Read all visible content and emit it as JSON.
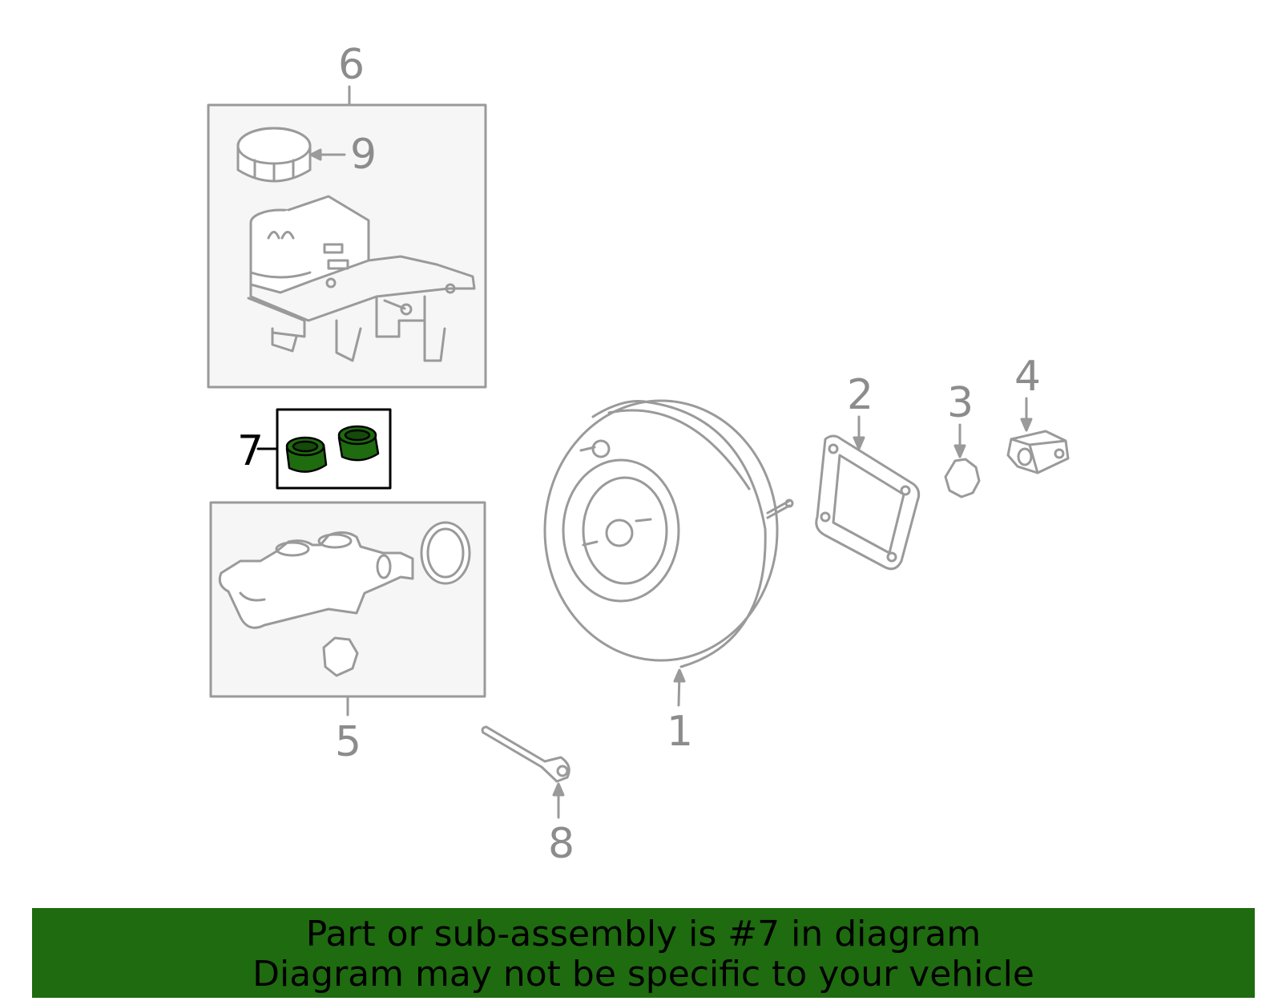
{
  "diagram": {
    "callouts": {
      "c1": "1",
      "c2": "2",
      "c3": "3",
      "c4": "4",
      "c5": "5",
      "c6": "6",
      "c7": "7",
      "c8": "8",
      "c9": "9"
    },
    "highlighted_part": "7",
    "colors": {
      "line": "#9a9a9a",
      "box_fill": "#f6f6f6",
      "highlight": "#1f6b10",
      "banner": "#1f6b10"
    }
  },
  "banner": {
    "line1": "Part or sub-assembly is #7 in diagram",
    "line2": "Diagram may not be specific to your vehicle"
  }
}
